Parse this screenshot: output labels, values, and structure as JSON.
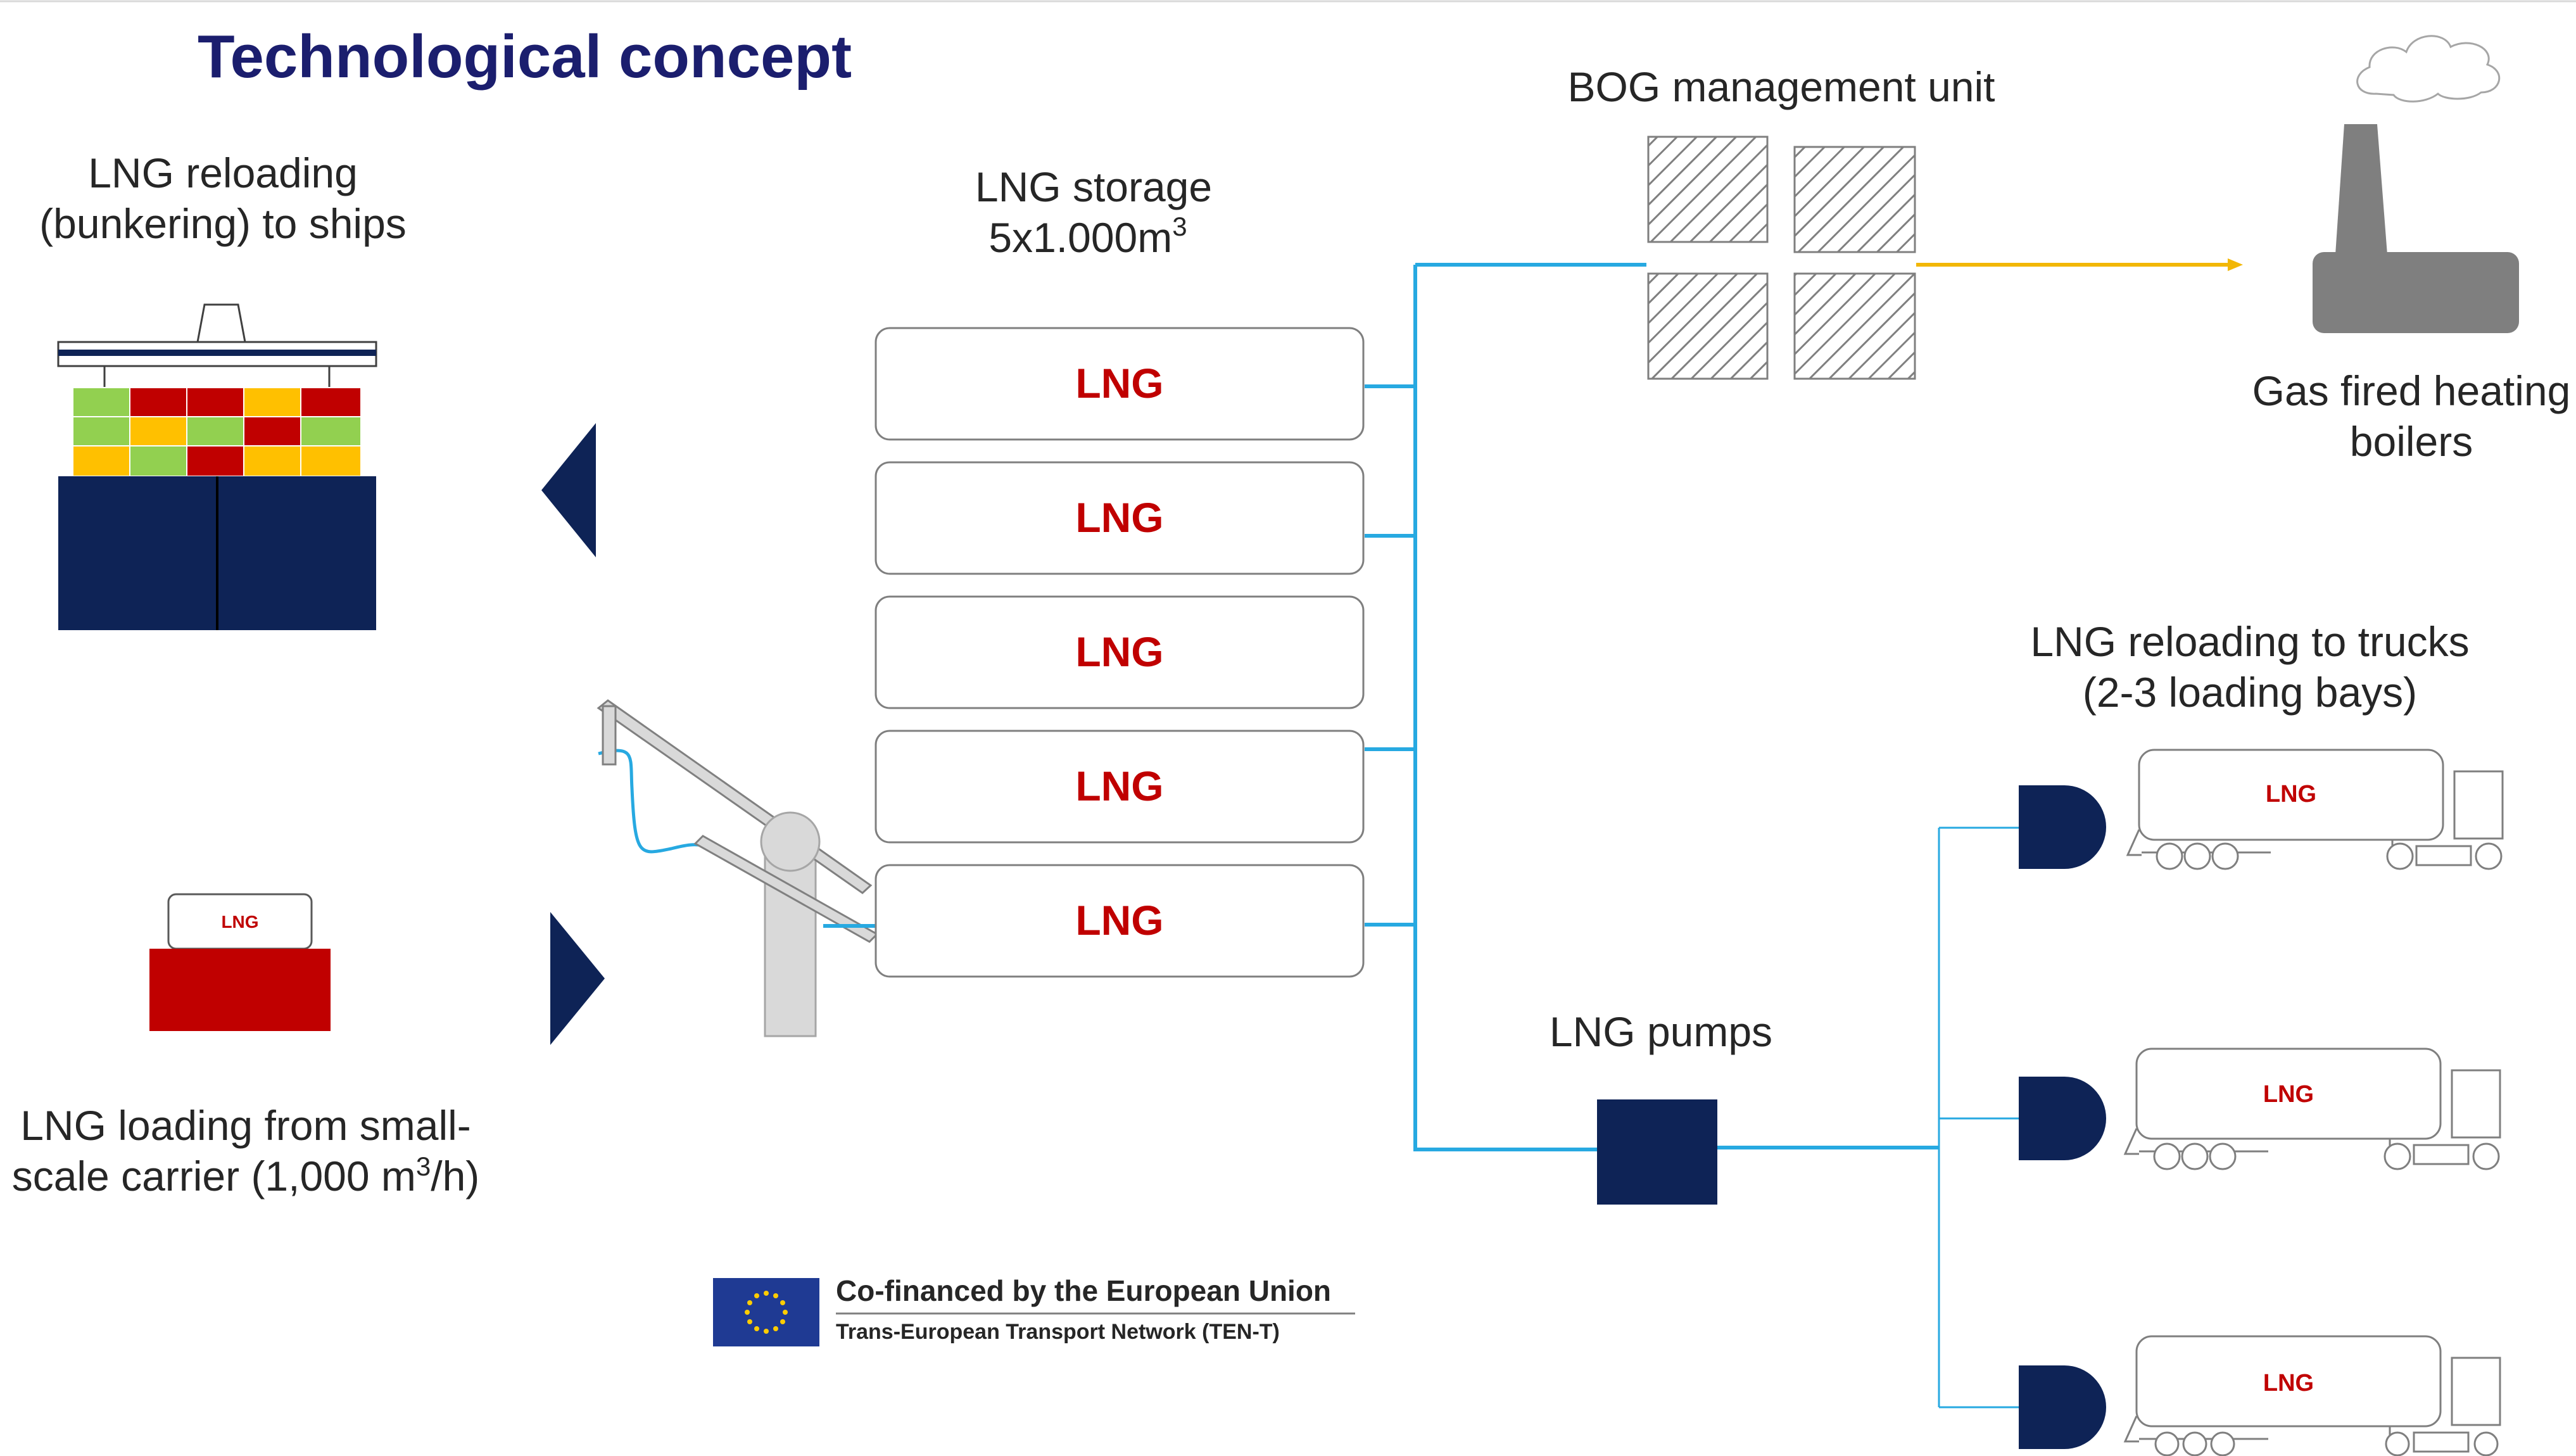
{
  "title": "Technological concept",
  "labels": {
    "bunkering_line1": "LNG reloading",
    "bunkering_line2": "(bunkering) to ships",
    "storage_line1": "LNG storage",
    "storage_line2_pre": "5x1.000m",
    "storage_line2_sup": "3",
    "bog": "BOG management unit",
    "boilers_line1": "Gas fired heating",
    "boilers_line2": "boilers",
    "trucks_line1": "LNG reloading to trucks",
    "trucks_line2": "(2-3 loading bays)",
    "pumps": "LNG pumps",
    "carrier_line1": "LNG loading from small-",
    "carrier_line2_pre": "scale carrier (1,000 m",
    "carrier_line2_sup": "3",
    "carrier_line2_post": "/h)"
  },
  "tanks": [
    {
      "label": "LNG"
    },
    {
      "label": "LNG"
    },
    {
      "label": "LNG"
    },
    {
      "label": "LNG"
    },
    {
      "label": "LNG"
    }
  ],
  "trucks": [
    {
      "label": "LNG"
    },
    {
      "label": "LNG"
    },
    {
      "label": "LNG"
    }
  ],
  "carrier_label": "LNG",
  "eu": {
    "line1": "Co-financed by the European Union",
    "line2": "Trans-European Transport Network (TEN-T)"
  },
  "colors": {
    "title": "#1b1e6e",
    "navy": "#0e2356",
    "pipe": "#27a9e1",
    "gas_line": "#f2b705",
    "lng_text": "#c00000",
    "ship_red": "#c00000",
    "ship_green": "#92d050",
    "ship_orange": "#ffc000",
    "chimney": "#7f7f7f"
  }
}
